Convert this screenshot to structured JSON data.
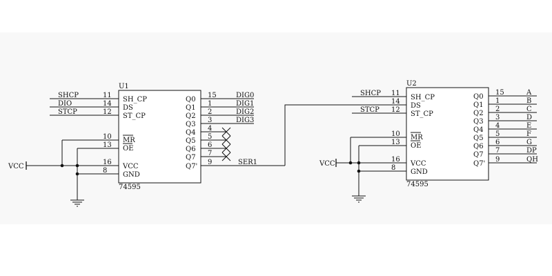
{
  "u1": {
    "ref": "U1",
    "part": "74595",
    "left_pins": [
      {
        "num": "11",
        "name": "SH_CP",
        "net": "SHCP"
      },
      {
        "num": "14",
        "name": "DS",
        "net": "DIO"
      },
      {
        "num": "12",
        "name": "ST_CP",
        "net": "STCP"
      },
      {
        "num": "10",
        "name": "MR",
        "net": ""
      },
      {
        "num": "13",
        "name": "OE",
        "net": ""
      },
      {
        "num": "16",
        "name": "VCC",
        "net": ""
      },
      {
        "num": "8",
        "name": "GND",
        "net": ""
      }
    ],
    "right_pins": [
      {
        "num": "15",
        "name": "Q0",
        "net": "DIG0"
      },
      {
        "num": "1",
        "name": "Q1",
        "net": "DIG1"
      },
      {
        "num": "2",
        "name": "Q2",
        "net": "DIG2"
      },
      {
        "num": "3",
        "name": "Q3",
        "net": "DIG3"
      },
      {
        "num": "4",
        "name": "Q4",
        "net": ""
      },
      {
        "num": "5",
        "name": "Q5",
        "net": ""
      },
      {
        "num": "6",
        "name": "Q6",
        "net": ""
      },
      {
        "num": "7",
        "name": "Q7",
        "net": ""
      },
      {
        "num": "9",
        "name": "Q7'",
        "net": "SER1"
      }
    ],
    "power_label": "VCC"
  },
  "u2": {
    "ref": "U2",
    "part": "74595",
    "left_pins": [
      {
        "num": "11",
        "name": "SH_CP",
        "net": "SHCP"
      },
      {
        "num": "14",
        "name": "DS",
        "net": ""
      },
      {
        "num": "12",
        "name": "ST_CP",
        "net": "STCP"
      },
      {
        "num": "10",
        "name": "MR",
        "net": ""
      },
      {
        "num": "13",
        "name": "OE",
        "net": ""
      },
      {
        "num": "16",
        "name": "VCC",
        "net": ""
      },
      {
        "num": "8",
        "name": "GND",
        "net": ""
      }
    ],
    "right_pins": [
      {
        "num": "15",
        "name": "Q0",
        "net": "A"
      },
      {
        "num": "1",
        "name": "Q1",
        "net": "B"
      },
      {
        "num": "2",
        "name": "Q2",
        "net": "C"
      },
      {
        "num": "3",
        "name": "Q3",
        "net": "D"
      },
      {
        "num": "4",
        "name": "Q4",
        "net": "E"
      },
      {
        "num": "5",
        "name": "Q5",
        "net": "F"
      },
      {
        "num": "6",
        "name": "Q6",
        "net": "G"
      },
      {
        "num": "7",
        "name": "Q7",
        "net": "DP"
      },
      {
        "num": "9",
        "name": "Q7'",
        "net": "QH"
      }
    ],
    "power_label": "VCC"
  }
}
